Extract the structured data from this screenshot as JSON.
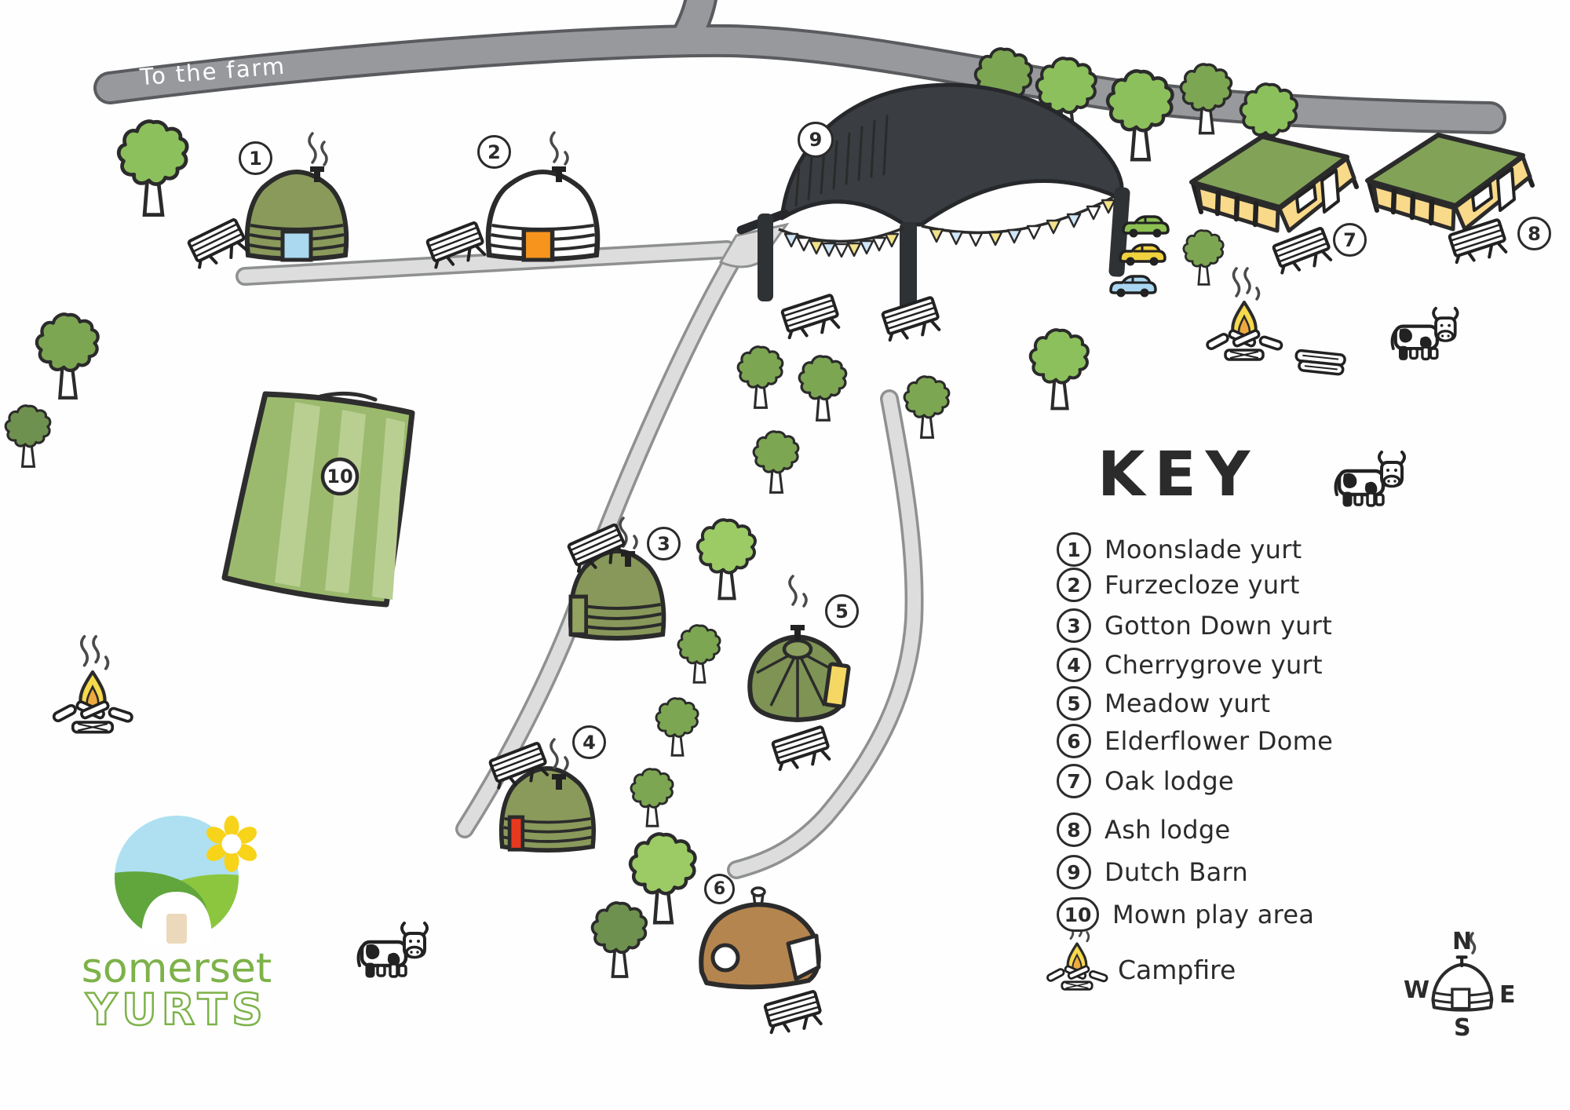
{
  "road": {
    "label": "To the farm"
  },
  "legend": {
    "title": "KEY",
    "items": [
      {
        "num": "1",
        "label": "Moonslade yurt"
      },
      {
        "num": "2",
        "label": "Furzecloze yurt"
      },
      {
        "num": "3",
        "label": "Gotton Down yurt"
      },
      {
        "num": "4",
        "label": "Cherrygrove yurt"
      },
      {
        "num": "5",
        "label": "Meadow yurt"
      },
      {
        "num": "6",
        "label": "Elderflower Dome"
      },
      {
        "num": "7",
        "label": "Oak lodge"
      },
      {
        "num": "8",
        "label": "Ash lodge"
      },
      {
        "num": "9",
        "label": "Dutch Barn"
      },
      {
        "num": "10",
        "label": "Mown play area"
      }
    ],
    "campfire_label": "Campfire"
  },
  "compass": {
    "north": "N",
    "east": "E",
    "south": "S",
    "west": "W"
  },
  "logo": {
    "name_line1": "somerset",
    "name_line2": "YURTS"
  },
  "colors": {
    "road": "#97999c",
    "path": "#dddddd",
    "outline": "#2b2b2b",
    "tree_light": "#9ccb66",
    "tree_mid": "#8cc05c",
    "tree_dark": "#6f9150",
    "yurt_olive": "#8a9a5b",
    "yurt_white": "#ffffff",
    "door_blue": "#aad9f0",
    "door_orange": "#f7941d",
    "door_red": "#e8391f",
    "door_yellow": "#f5d863",
    "lodge_roof": "#82a258",
    "lodge_wall": "#f9d98a",
    "barn": "#3a3d41",
    "dome_brown": "#b5854f",
    "play_area": "#9cba6e",
    "play_area_stripe": "#b9cf92",
    "car_green": "#8cc152",
    "car_yellow": "#f0d23e",
    "car_blue": "#a9d7f2",
    "flame": "#f6d94d",
    "bunting_blue": "#cfe7f7",
    "bunting_yellow": "#f3e28a",
    "logo_green": "#7db249",
    "logo_sky": "#aee0f2"
  }
}
